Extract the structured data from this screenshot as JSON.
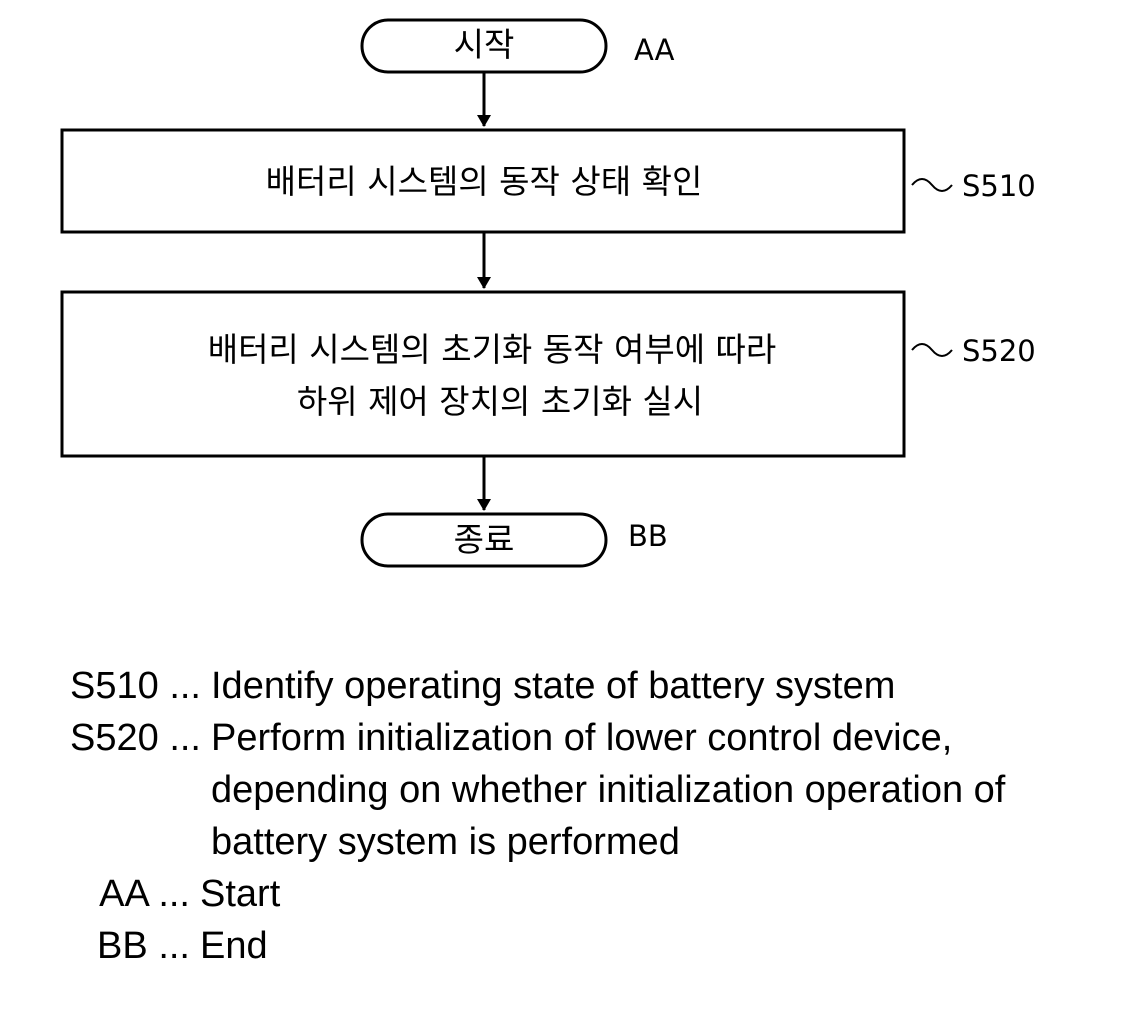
{
  "nodes": {
    "start": {
      "label": "시작",
      "tag": "AA"
    },
    "s510": {
      "label": "배터리 시스템의 동작 상태 확인",
      "tag": "S510"
    },
    "s520": {
      "line1": "배터리 시스템의 초기화 동작 여부에 따라",
      "line2": "하위 제어 장치의 초기화 실시",
      "tag": "S520"
    },
    "end": {
      "label": "종료",
      "tag": "BB"
    }
  },
  "legend": [
    {
      "key": "S510",
      "sep": "...",
      "text": "Identify operating state of battery system"
    },
    {
      "key": "S520",
      "sep": "...",
      "text": "Perform initialization of lower control device, depending on whether initialization operation of battery system is performed"
    },
    {
      "key": "AA",
      "sep": "...",
      "text": "Start"
    },
    {
      "key": "BB",
      "sep": "...",
      "text": "End"
    }
  ]
}
